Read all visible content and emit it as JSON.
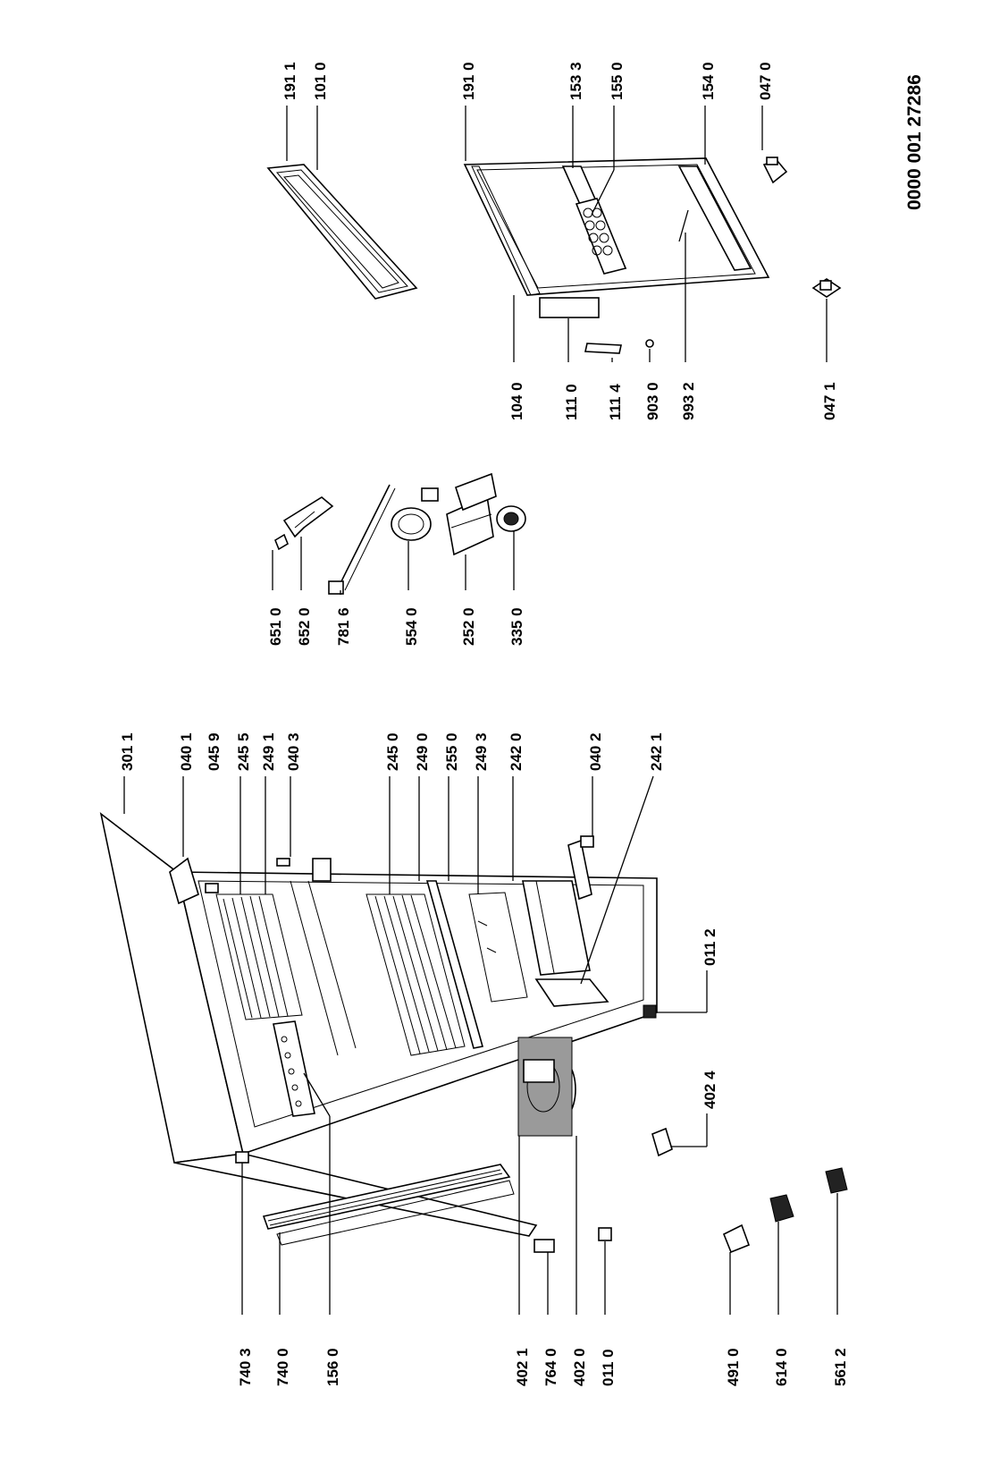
{
  "doc_code": "0000 001 27286",
  "labels": {
    "p3011": "301 1",
    "p0401": "040 1",
    "p0459": "045 9",
    "p2455": "245 5",
    "p2491": "249 1",
    "p0403": "040 3",
    "p2450": "245 0",
    "p2490": "249 0",
    "p2550": "255 0",
    "p2493": "249 3",
    "p2420": "242 0",
    "p0402": "040 2",
    "p2421": "242 1",
    "p0112": "011 2",
    "p4024": "402 4",
    "p7403": "740 3",
    "p7400": "740 0",
    "p1560": "156 0",
    "p4021": "402 1",
    "p7640": "764 0",
    "p4020": "402 0",
    "p0110": "011 0",
    "p4910": "491 0",
    "p6140": "614 0",
    "p5612": "561 2",
    "p6510": "651 0",
    "p6520": "652 0",
    "p7816": "781 6",
    "p5540": "554 0",
    "p2520": "252 0",
    "p3350": "335 0",
    "p1911": "191 1",
    "p1010": "101 0",
    "p1910": "191 0",
    "p1533": "153 3",
    "p1550": "155 0",
    "p1540": "154 0",
    "p0470": "047 0",
    "p1040": "104 0",
    "p1110": "111 0",
    "p1114": "111 4",
    "p9030": "903 0",
    "p9932": "993 2",
    "p0471": "047 1"
  }
}
